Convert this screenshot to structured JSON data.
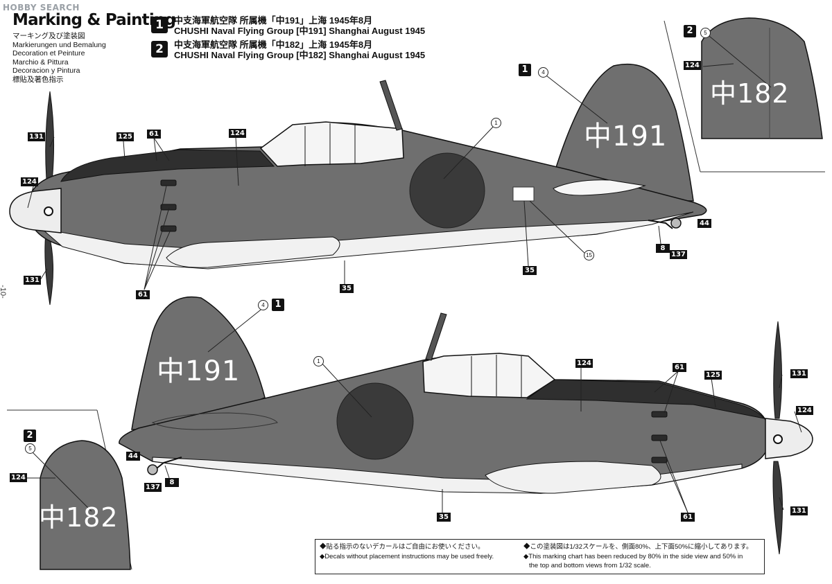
{
  "watermark": "HOBBY SEARCH",
  "heading": {
    "title": "Marking & Painting",
    "subtitles": [
      "マーキング及び塗装図",
      "Markierungen und Bemalung",
      "Decoration et Peinture",
      "Marchio & Pittura",
      "Decoracion y Pintura",
      "標貼及著色指示"
    ]
  },
  "versions": [
    {
      "badge": "1",
      "jp": "中支海軍航空隊  所属機「中191」上海  1945年8月",
      "en": "CHUSHI Naval Flying Group [中191] Shanghai August 1945"
    },
    {
      "badge": "2",
      "jp": "中支海軍航空隊  所属機「中182」上海  1945年8月",
      "en": "CHUSHI Naval Flying Group [中182] Shanghai August 1945"
    }
  ],
  "tail_codes": {
    "v1": "中191",
    "v2": "中182"
  },
  "side_badges": {
    "top": "1",
    "bottom": "1",
    "inset": "2"
  },
  "part_tags": {
    "t131": "131",
    "t124": "124",
    "t125": "125",
    "t61": "61",
    "t35": "35",
    "t8": "8",
    "t44": "44",
    "t137": "137"
  },
  "decal_nums": {
    "d1": "1",
    "d4": "4",
    "d5": "5",
    "d15": "15"
  },
  "page_number": "-10-",
  "notes": {
    "left_jp": "◆貼る指示のないデカールはご自由にお使いください。",
    "left_en": "◆Decals without placement instructions may be used freely.",
    "right_jp": "◆この塗装図は1/32スケールを、側面80%、上下面50%に縮小してあります。",
    "right_en1": "◆This marking chart has been reduced by 80% in the side view and 50% in",
    "right_en2": "the top and bottom views from 1/32 scale."
  },
  "colors": {
    "fuselage": "#6f6f6f",
    "nose_panel": "#2f2f2f",
    "underside": "#f1f1f1",
    "hinomaru": "#3a3a3a",
    "outline": "#1a1a1a"
  }
}
